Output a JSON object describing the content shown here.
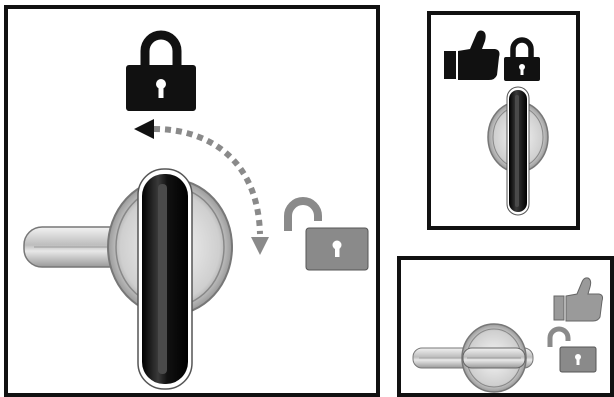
{
  "colors": {
    "frame": "#111111",
    "locked_icon": "#111111",
    "unlocked_icon": "#8a8a8a",
    "handle_dark": "#1a1a1a",
    "handle_light": "#e6e6e6",
    "arrow": "#8a8a8a"
  },
  "panels": [
    {
      "state": "rotate-to-lock",
      "icons": [
        "padlock-closed-icon",
        "curved-dotted-arrow-icon",
        "padlock-open-icon"
      ]
    },
    {
      "state": "locked",
      "icons": [
        "thumbs-up-icon",
        "padlock-closed-icon"
      ]
    },
    {
      "state": "unlocked",
      "icons": [
        "thumbs-up-icon",
        "padlock-open-icon"
      ]
    }
  ]
}
